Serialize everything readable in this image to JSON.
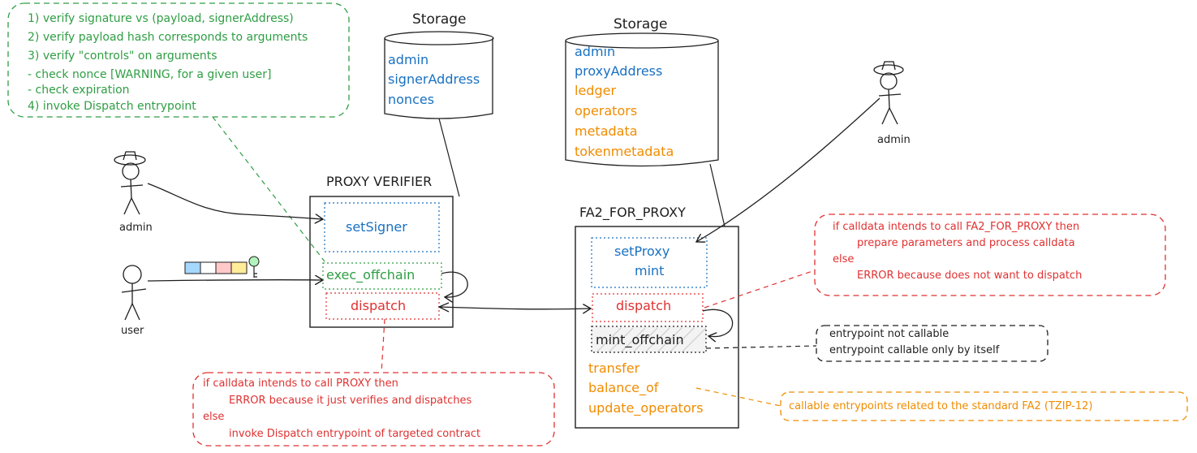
{
  "left_note": {
    "lines": [
      "1) verify signature vs (payload, signerAddress)",
      "2) verify payload hash corresponds to arguments",
      "3) verify \"controls\" on arguments",
      "- check nonce [WARNING, for a given user]",
      "- check expiration",
      "4) invoke Dispatch entrypoint"
    ]
  },
  "proxy_storage": {
    "title": "Storage",
    "fields": [
      "admin",
      "signerAddress",
      "nonces"
    ]
  },
  "fa2_storage": {
    "title": "Storage",
    "fields": [
      "admin",
      "proxyAddress",
      "ledger",
      "operators",
      "metadata",
      "tokenmetadata"
    ]
  },
  "actors": {
    "admin_left": "admin",
    "user": "user",
    "admin_right": "admin"
  },
  "proxy_verifier": {
    "title": "PROXY VERIFIER",
    "set_signer": "setSigner",
    "exec_offchain": "exec_offchain",
    "dispatch": "dispatch"
  },
  "fa2_for_proxy": {
    "title": "FA2_FOR_PROXY",
    "set_proxy": "setProxy",
    "mint": "mint",
    "dispatch": "dispatch",
    "mint_offchain": "mint_offchain",
    "transfer": "transfer",
    "balance_of": "balance_of",
    "update_operators": "update_operators"
  },
  "fa2_note": {
    "lines": [
      "if calldata intends to call FA2_FOR_PROXY then",
      "prepare parameters and process calldata",
      "else",
      "ERROR because does not want to dispatch"
    ]
  },
  "proxy_note": {
    "lines": [
      "if calldata intends to call PROXY then",
      "ERROR because it just verifies and dispatches",
      "else",
      "invoke Dispatch entrypoint of targeted contract"
    ]
  },
  "mint_note": {
    "lines": [
      "entrypoint not callable",
      "entrypoint callable only by itself"
    ]
  },
  "std_note": {
    "text": "callable entrypoints related to the standard FA2 (TZIP-12)"
  },
  "colors": {
    "green": "#2f9e44",
    "red": "#e03131",
    "blue": "#1971c2",
    "orange": "#f08c00",
    "dark": "#1e1e1e",
    "payload_blue": "#a5d8ff",
    "payload_pink": "#ffc9c9",
    "payload_yellow": "#ffec99",
    "key_green": "#b2f2bb"
  }
}
